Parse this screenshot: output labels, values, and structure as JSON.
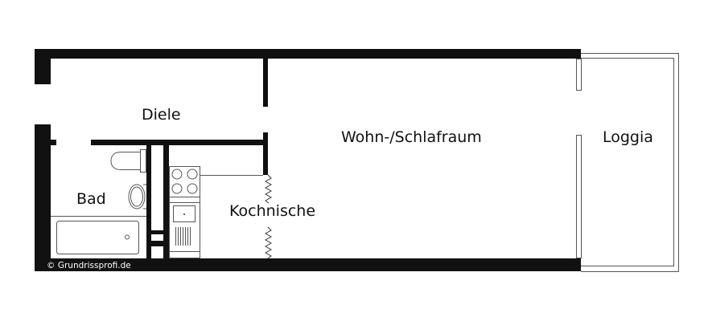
{
  "floorplan": {
    "rooms": {
      "diele": "Diele",
      "wohn_schlafraum": "Wohn-/Schlafraum",
      "loggia": "Loggia",
      "bad": "Bad",
      "kochnische": "Kochnische"
    },
    "copyright": "© Grundrissprofi.de",
    "colors": {
      "wall": "#111111",
      "background": "#ffffff",
      "fixture_line": "#555555"
    }
  }
}
